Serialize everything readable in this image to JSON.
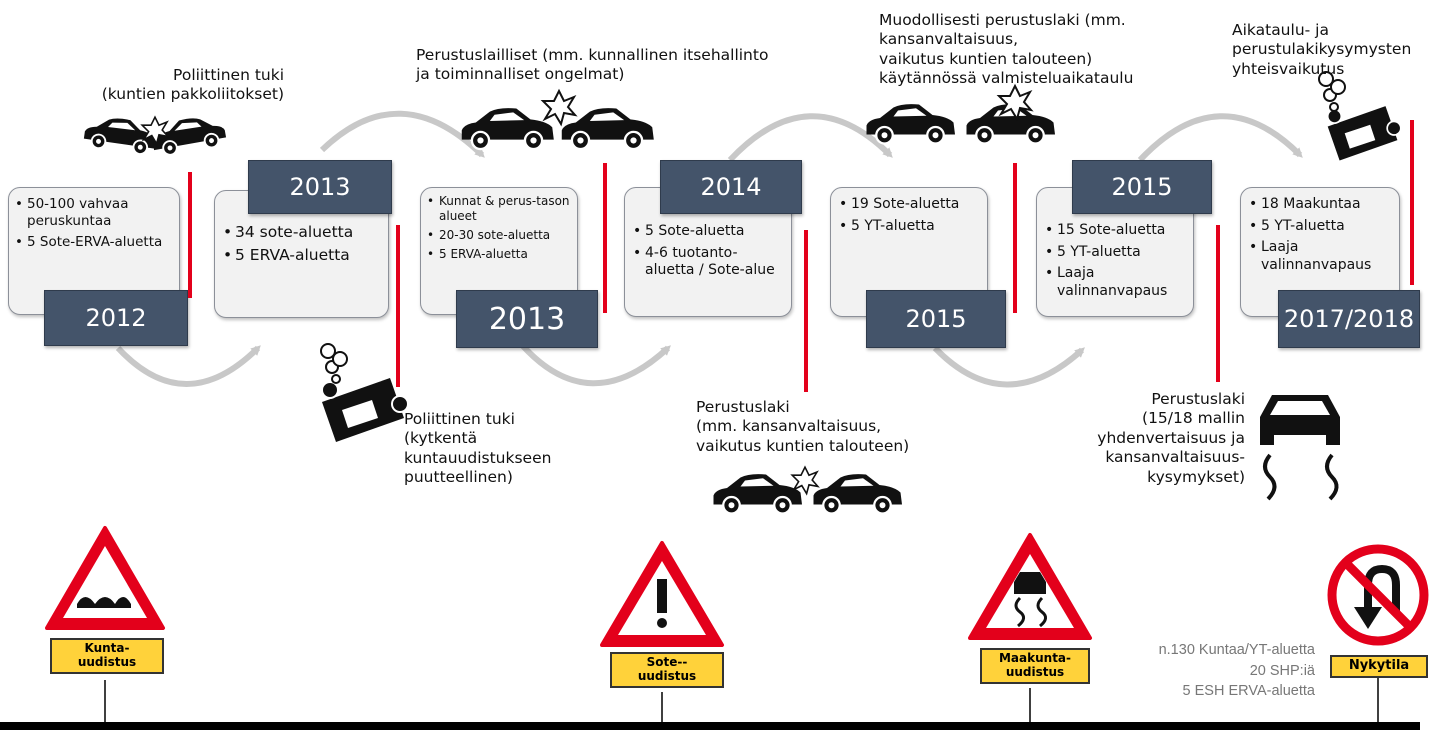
{
  "timeline": [
    {
      "year": "2012",
      "items": [
        "50-100 vahvaa peruskuntaa",
        "5 Sote-ERVA-aluetta"
      ]
    },
    {
      "year": "2013",
      "items": [
        "34 sote-aluetta",
        "5 ERVA-aluetta"
      ]
    },
    {
      "year": "2013",
      "items": [
        "Kunnat & perus-tason alueet",
        "20-30 sote-aluetta",
        "5 ERVA-aluetta"
      ]
    },
    {
      "year": "2014",
      "items": [
        "5 Sote-aluetta",
        "4-6 tuotanto-aluetta / Sote-alue"
      ]
    },
    {
      "year": "2015",
      "items": [
        "19 Sote-aluetta",
        "5 YT-aluetta"
      ]
    },
    {
      "year": "2015",
      "items": [
        "15 Sote-aluetta",
        "5 YT-aluetta",
        "Laaja valinnanvapaus"
      ]
    },
    {
      "year": "2017/2018",
      "items": [
        "18 Maakuntaa",
        "5 YT-aluetta",
        "Laaja valinnanvapaus"
      ]
    }
  ],
  "annotations": {
    "a1": "Poliittinen tuki\n(kuntien pakkoliitokset)",
    "a2": "Poliittinen tuki\n(kytkentä\nkuntauudistukseen\npuutteellinen)",
    "a3": "Perustuslailliset (mm. kunnallinen itsehallinto\nja toiminnalliset ongelmat)",
    "a4": "Perustuslaki\n(mm. kansanvaltaisuus,\nvaikutus kuntien talouteen)",
    "a5": "Muodollisesti perustuslaki (mm.\nkansanvaltaisuus,\nvaikutus kuntien talouteen)\nkäytännössä valmisteluaikataulu",
    "a6": "Aikataulu- ja\nperustulakikysymysten\nyhteisvaikutus",
    "a7": "Perustuslaki\n(15/18 mallin\nyhdenvertaisuus ja\nkansanvaltaisuus-\nkysymykset)"
  },
  "signs": {
    "s1": "Kunta-\nuudistus",
    "s2": "Sote--\nuudistus",
    "s3": "Maakunta-\nuudistus",
    "s4": "Nykytila"
  },
  "status": [
    "n.130 Kuntaa/YT-aluetta",
    "20 SHP:iä",
    "5 ESH ERVA-aluetta"
  ],
  "icons": [
    "car-crash-icon",
    "overturned-car-icon",
    "skidding-car-icon",
    "uneven-road-sign-icon",
    "warning-sign-icon",
    "slippery-road-sign-icon",
    "no-u-turn-sign-icon"
  ],
  "colors": {
    "year_box": "#44546a",
    "red_bar": "#e3001b",
    "sign_label": "#ffd23a",
    "sign_border": "#e3001b",
    "arrow": "#c8c8c8"
  }
}
